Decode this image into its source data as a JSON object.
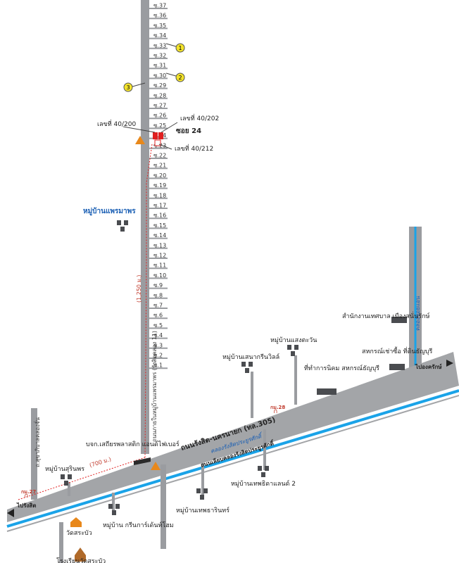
{
  "side_sois": [
    "ซ.37",
    "ซ.36",
    "ซ.35",
    "ซ.34",
    "ซ.33",
    "ซ.32",
    "ซ.31",
    "ซ.30",
    "ซ.29",
    "ซ.28",
    "ซ.27",
    "ซ.26",
    "ซ.25",
    "ซ.24",
    "ซ.23",
    "ซ.22",
    "ซ.21",
    "ซ.20",
    "ซ.19",
    "ซ.18",
    "ซ.17",
    "ซ.16",
    "ซ.15",
    "ซ.14",
    "ซ.13",
    "ซ.12",
    "ซ.11",
    "ซ.10",
    "ซ.9",
    "ซ.8",
    "ซ.7",
    "ซ.6",
    "ซ.5",
    "ซ.4",
    "ซ.3",
    "ซ.2",
    "ซ.1"
  ],
  "markers": {
    "m1": "1",
    "m2": "2",
    "m3": "3"
  },
  "plots": {
    "p200": "เลขที่ 40/200",
    "p202": "เลขที่ 40/202",
    "p212": "เลขที่ 40/212",
    "soi24": "ซอย 24"
  },
  "roads": {
    "main": "ถนนรังสิต-นครนายก (ทล.305)",
    "canal_road": "ถนนเลียบคลองรังสิตประยูรศักดิ์",
    "canal": "คลองรังสิตประยูรศักดิ์",
    "vertical": "ถนนภายในหมู่บ้านแพรมาพร (รังสิตคลอง 11)",
    "vertical_dist": "(1,250 ม.)",
    "junction_dist": "(700 ม.)",
    "left_vertical": "ถ.สุขาภิบาลคลองจั่น",
    "to_left": "ไปรังสิต",
    "to_right": "ไปองครักษ์",
    "right_canal": "คลองซอยแอน"
  },
  "places": {
    "village_main": "หมู่บ้านแพรมาพร",
    "sanghawan": "หมู่บ้านแสงตะวัน",
    "senagreen": "หมู่บ้านเสนากรีนวิลล์",
    "nikom": "ที่ทำการนิคม สหกรณ์ธัญบุรี",
    "thesaban": "สำนักงานเทศบาล เมืองสนั่นรักษ์",
    "sahakorn": "สหกรณ์เช่าซื้อ ที่ดินธัญบุรี",
    "factory": "บจก.เสถียรพลาสติก แอนด์ไฟเบอร์",
    "surinporn": "หมู่บ้านสุรินพร",
    "thepthani": "หมู่บ้านเทพธารินทร์",
    "thepsitaland": "หมู่บ้านเทพธิดาแลนด์ 2",
    "greengarden": "หมู่บ้าน กรีนการ์เด้นท์โฮม",
    "wat": "วัดสระบัว",
    "school": "โรงเรียนวัดสระบัว",
    "km27": "กม.27",
    "km28": "กม.28"
  }
}
